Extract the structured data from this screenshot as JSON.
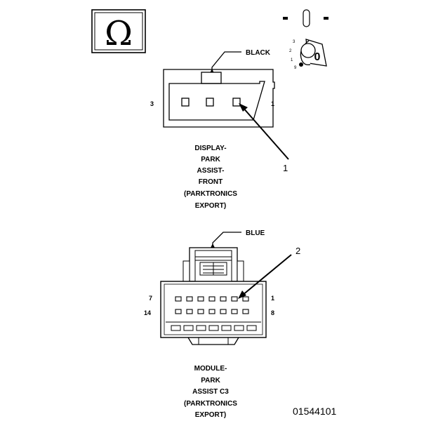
{
  "symbols": {
    "ohm_glyph": "Ω",
    "ohm_icon": "ohm-meter-icon",
    "ignition_icon": "ignition-switch-icon",
    "ignition_off": "0",
    "ignition_positions": [
      "3",
      "2",
      "1",
      "9"
    ]
  },
  "front_connector": {
    "color_label": "BLACK",
    "pin_left": "3",
    "pin_right": "1",
    "callout": "1",
    "title_lines": [
      "DISPLAY-",
      "PARK",
      "ASSIST-",
      "FRONT",
      "(PARKTRONICS",
      "EXPORT)"
    ]
  },
  "module_connector": {
    "color_label": "BLUE",
    "pin_top_left": "7",
    "pin_top_right": "1",
    "pin_bottom_left": "14",
    "pin_bottom_right": "8",
    "callout": "2",
    "title_lines": [
      "MODULE-",
      "PARK",
      "ASSIST C3",
      "(PARKTRONICS",
      "EXPORT)"
    ]
  },
  "figure_id": "01544101"
}
